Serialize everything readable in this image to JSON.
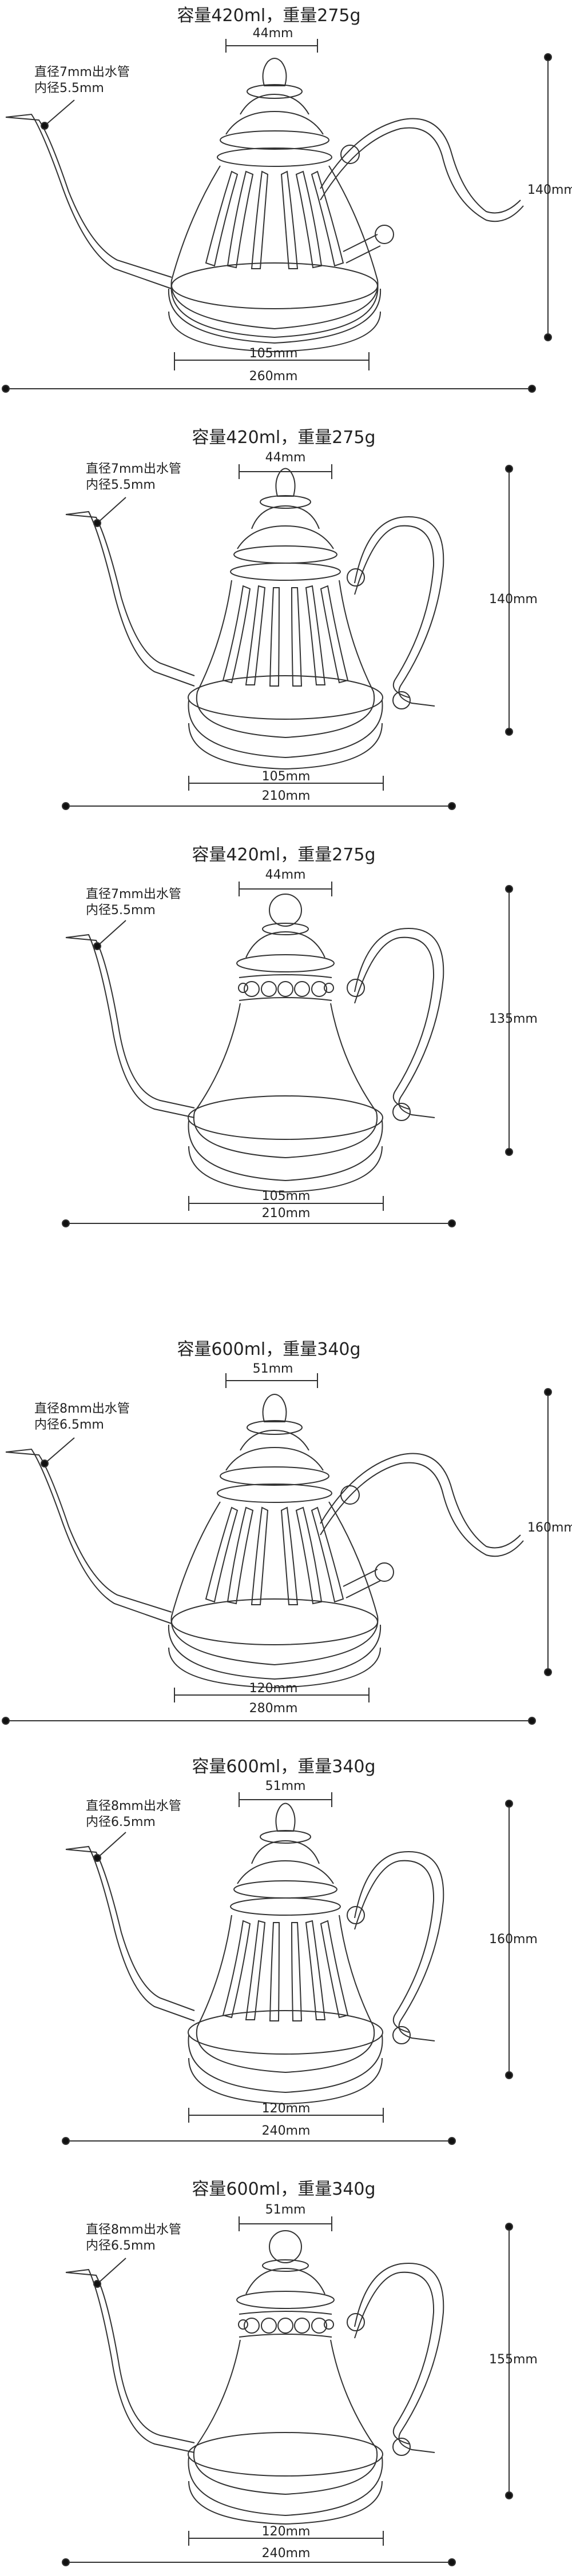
{
  "panels": [
    {
      "title": "容量420ml，重量275g",
      "spout_note_1": "直径7mm出水管",
      "spout_note_2": "内径5.5mm",
      "lid": "44mm",
      "height": "140mm",
      "base": "105mm",
      "width": "260mm"
    },
    {
      "title": "容量420ml，重量275g",
      "spout_note_1": "直径7mm出水管",
      "spout_note_2": "内径5.5mm",
      "lid": "44mm",
      "height": "140mm",
      "base": "105mm",
      "width": "210mm"
    },
    {
      "title": "容量420ml，重量275g",
      "spout_note_1": "直径7mm出水管",
      "spout_note_2": "内径5.5mm",
      "lid": "44mm",
      "height": "135mm",
      "base": "105mm",
      "width": "210mm"
    },
    {
      "title": "容量600ml，重量340g",
      "spout_note_1": "直径8mm出水管",
      "spout_note_2": "内径6.5mm",
      "lid": "51mm",
      "height": "160mm",
      "base": "120mm",
      "width": "280mm"
    },
    {
      "title": "容量600ml，重量340g",
      "spout_note_1": "直径8mm出水管",
      "spout_note_2": "内径6.5mm",
      "lid": "51mm",
      "height": "160mm",
      "base": "120mm",
      "width": "240mm"
    },
    {
      "title": "容量600ml，重量340g",
      "spout_note_1": "直径8mm出水管",
      "spout_note_2": "内径6.5mm",
      "lid": "51mm",
      "height": "155mm",
      "base": "120mm",
      "width": "240mm"
    }
  ]
}
